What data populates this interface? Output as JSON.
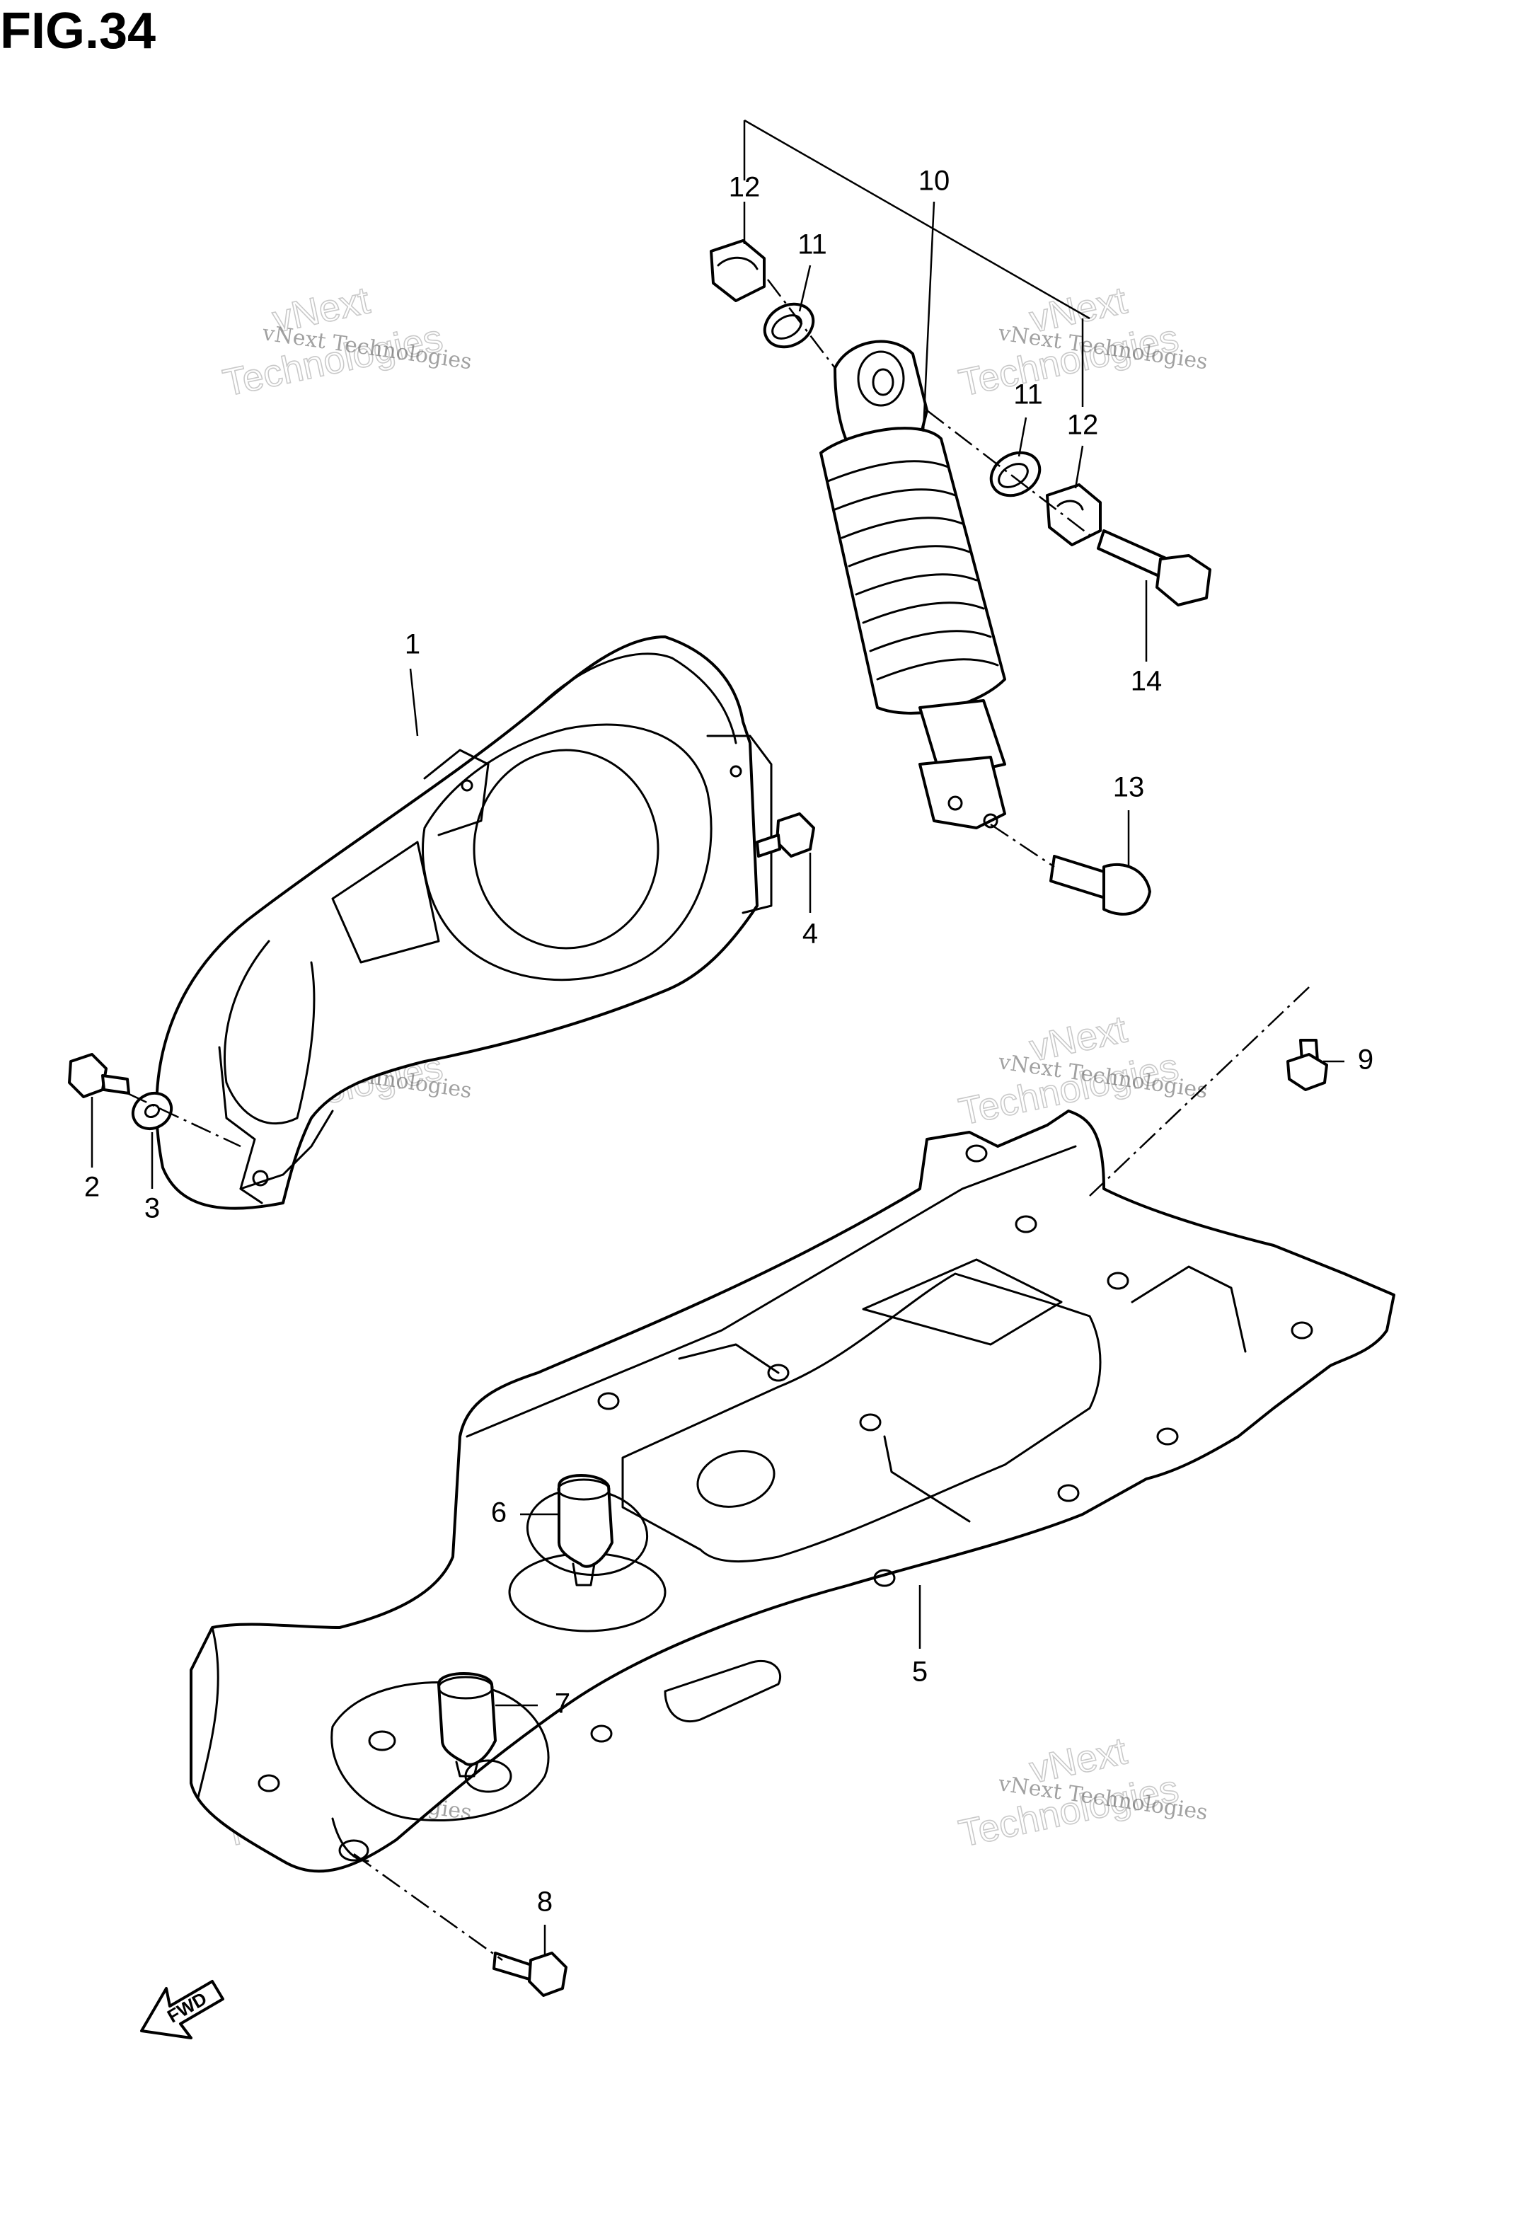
{
  "figure": {
    "title": "FIG.34"
  },
  "watermark": {
    "small": "vNext Technologies",
    "big_top": "vNext",
    "big_bottom": "Technologies"
  },
  "direction_arrow": {
    "label": "FWD"
  },
  "callouts": {
    "c1": "1",
    "c2": "2",
    "c3": "3",
    "c4": "4",
    "c5": "5",
    "c6": "6",
    "c7": "7",
    "c8": "8",
    "c9": "9",
    "c10": "10",
    "c11a": "11",
    "c11b": "11",
    "c12a": "12",
    "c12b": "12",
    "c13": "13",
    "c14": "14"
  }
}
